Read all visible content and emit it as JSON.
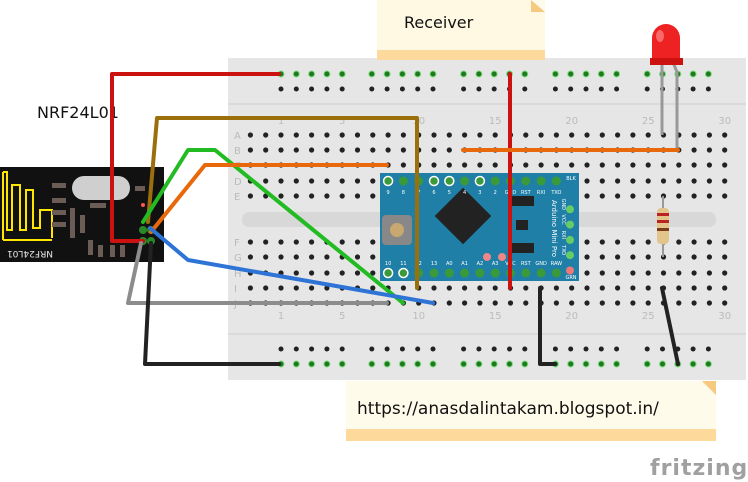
{
  "notes": {
    "receiver": "Receiver",
    "url": "https://anasdalintakam.blogspot.in/"
  },
  "module_label": "NRF24L01",
  "module_silk": "NRF24L01",
  "logo": "fritzing",
  "breadboard": {
    "row_letters_top": [
      "A",
      "B",
      "C",
      "D",
      "E"
    ],
    "row_letters_bottom": [
      "F",
      "G",
      "H",
      "I",
      "J"
    ],
    "column_numbers": [
      "1",
      "5",
      "10",
      "15",
      "20",
      "25",
      "30"
    ]
  },
  "arduino": {
    "top_pins": [
      "9",
      "8",
      "7",
      "6",
      "5",
      "4",
      "3",
      "2",
      "GND",
      "RST",
      "RXI",
      "TXO"
    ],
    "bottom_pins": [
      "10",
      "11",
      "12",
      "13",
      "A0",
      "A1",
      "A2",
      "A3",
      "VCC",
      "RST",
      "GND",
      "RAW"
    ],
    "side_pins": [
      "BLK",
      "GND",
      "VCC",
      "RXI",
      "TXO",
      "GRN"
    ],
    "title": "Arduino Mini Pro"
  },
  "colors": {
    "board": "#e6e6e6",
    "arduino": "#1f7fa6",
    "red_wire": "#cc1111",
    "brown_wire": "#9a6f0c",
    "green_wire": "#22bb22",
    "orange_wire": "#e8690b",
    "blue_wire": "#2d74d6",
    "gray_wire": "#8c8c8c",
    "black_wire": "#222222",
    "note": "#fdd99b"
  }
}
